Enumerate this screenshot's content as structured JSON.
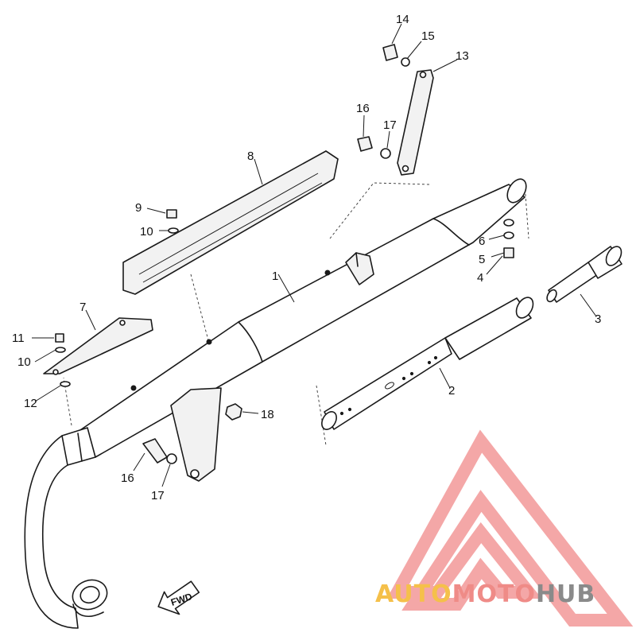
{
  "callouts": {
    "c1": "1",
    "c2": "2",
    "c3": "3",
    "c4": "4",
    "c5": "5",
    "c6": "6",
    "c7": "7",
    "c8": "8",
    "c9": "9",
    "c10a": "10",
    "c10b": "10",
    "c11": "11",
    "c12": "12",
    "c13": "13",
    "c14": "14",
    "c15": "15",
    "c16a": "16",
    "c16b": "16",
    "c17a": "17",
    "c17b": "17",
    "c18": "18"
  },
  "direction_label": "FWD",
  "watermark": {
    "part1": "AUTO",
    "part2": "MOTO",
    "part3": "HUB",
    "colors": {
      "auto": "#f5c04a",
      "moto": "#ef8b87",
      "hub": "#8a8a8a",
      "logo": "#f08a8a"
    }
  }
}
